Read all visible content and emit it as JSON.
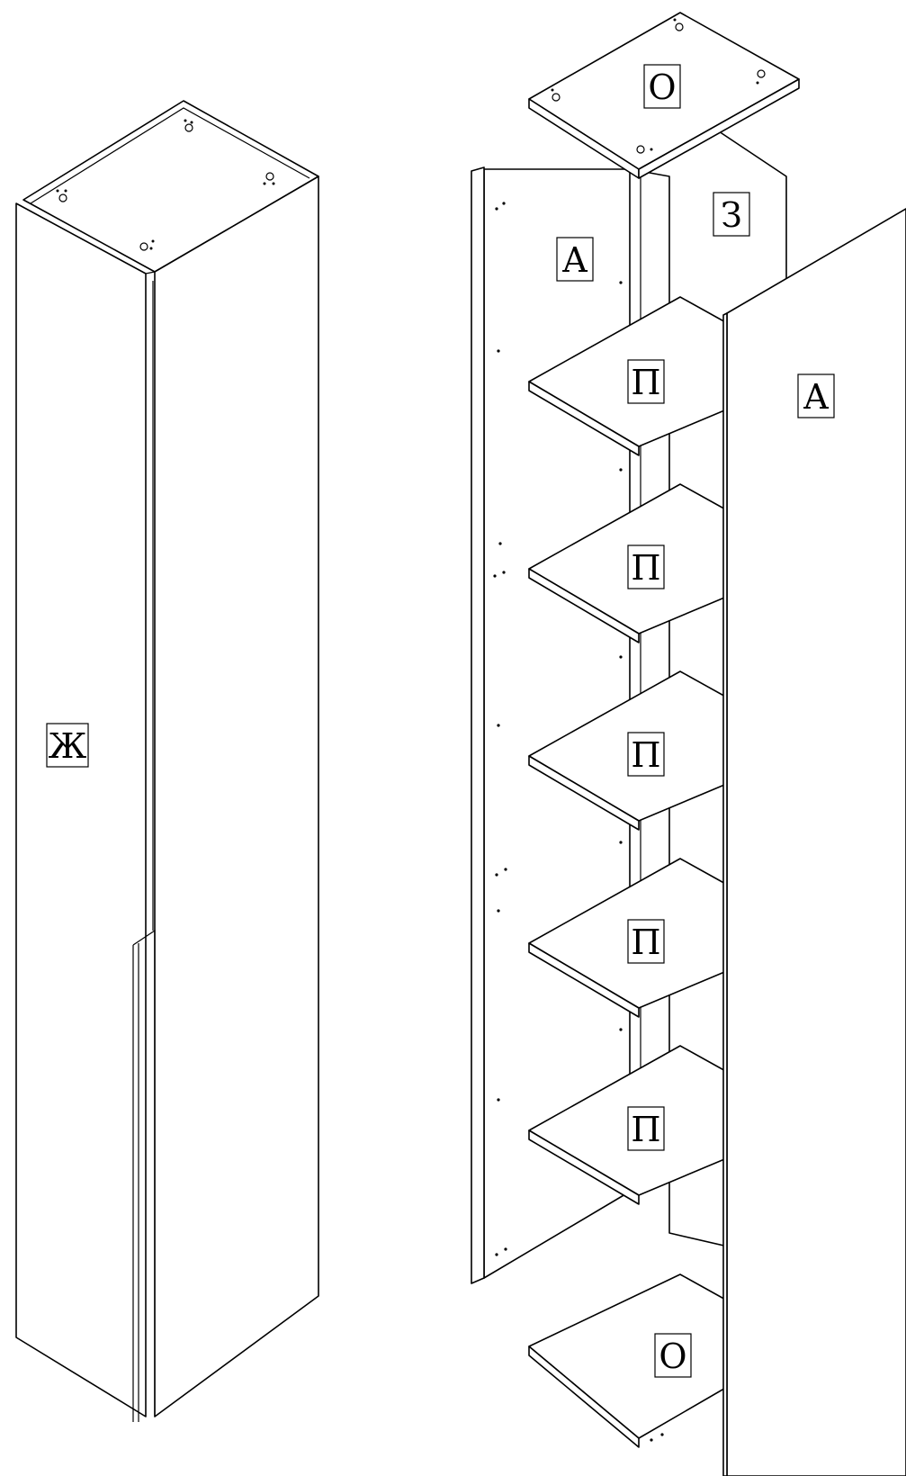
{
  "labels": {
    "front_door": "Ж",
    "top_panel": "О",
    "back_panel": "З",
    "side_left": "А",
    "side_right": "А",
    "shelf": "П",
    "bottom_panel": "О"
  }
}
